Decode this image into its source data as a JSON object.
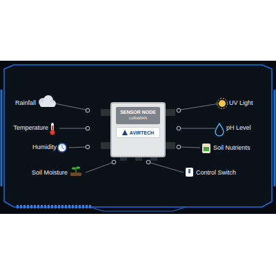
{
  "diagram": {
    "nodes": [
      {
        "text": [
          "SENSOR NODE",
          "LoRaWAN"
        ]
      },
      {
        "text": [
          "AVIRTECH"
        ],
        "in": 0
      }
    ],
    "labels": [
      "Rainfall",
      "Temperature",
      "Humidity",
      "Soil Moisture",
      "UV Light",
      "pH Level",
      "Soil Nutrients",
      "Control Switch"
    ]
  }
}
